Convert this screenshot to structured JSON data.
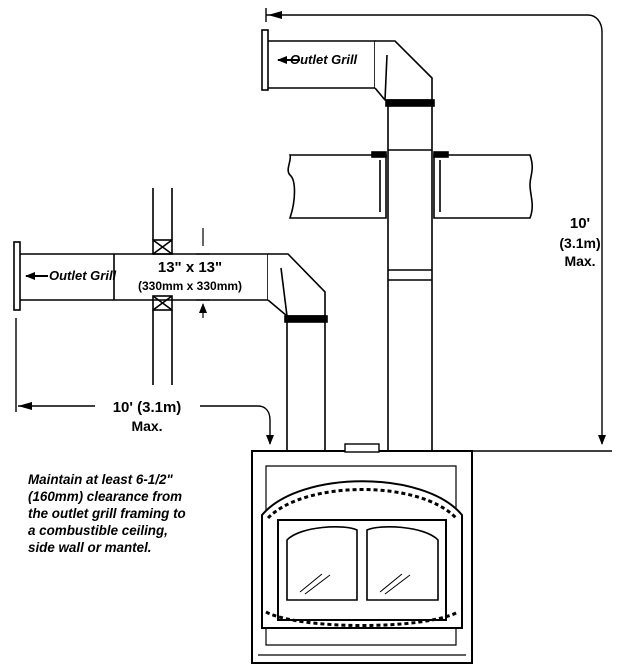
{
  "labels": {
    "outlet_grill_upper": "Outlet Grill",
    "outlet_grill_lower": "Outlet Grill",
    "opening_size": "13\" x 13\"",
    "opening_size_metric": "(330mm x 330mm)",
    "vertical_max_line1": "10'",
    "vertical_max_line2": "(3.1m)",
    "vertical_max_line3": "Max.",
    "horizontal_max_line1": "10' (3.1m)",
    "horizontal_max_line2": "Max."
  },
  "note": "Maintain at least 6-1/2\"\n(160mm) clearance from\nthe outlet grill framing to\na combustible ceiling,\nside wall or mantel."
}
